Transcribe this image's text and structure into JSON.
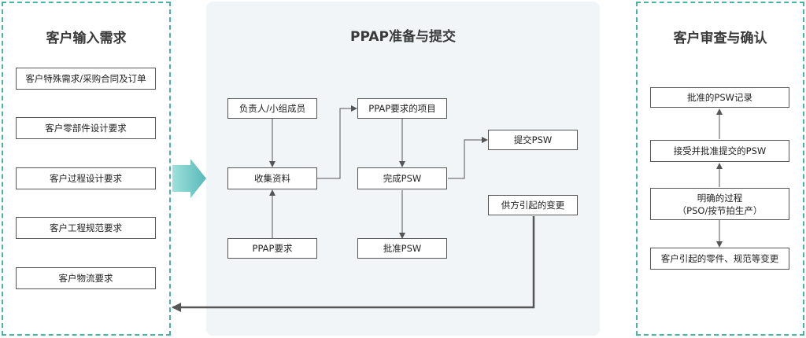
{
  "left_panel": {
    "title": "客户输入需求",
    "items": [
      "客户特殊需求/采购合同及订单",
      "客户零部件设计要求",
      "客户过程设计要求",
      "客户工程规范要求",
      "客户物流要求"
    ]
  },
  "middle_panel": {
    "title": "PPAP准备与提交",
    "owner": "负责人/小组成员",
    "collect": "收集资料",
    "ppap_req": "PPAP要求",
    "ppap_items": "PPAP要求的项目",
    "complete_psw": "完成PSW",
    "approve_psw": "批准PSW",
    "submit_psw": "提交PSW",
    "supplier_change": "供方引起的变更"
  },
  "right_panel": {
    "title": "客户审查与确认",
    "record": "批准的PSW记录",
    "accept": "接受并批准提交的PSW",
    "process_line1": "明确的过程",
    "process_line2": "（PSO/按节拍生产）",
    "customer_change": "客户引起的零件、规范等变更"
  },
  "colors": {
    "accent": "#4bb3a6",
    "panel_bg": "#f1f5f8",
    "line": "#555555"
  }
}
